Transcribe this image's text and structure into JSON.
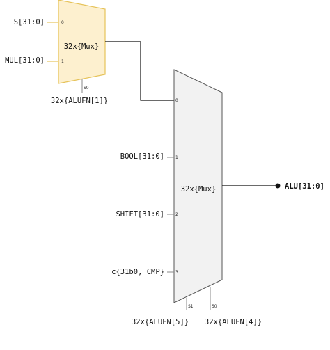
{
  "small_mux": {
    "label": "32x{Mux}",
    "inputs": [
      {
        "pin": "0",
        "signal": "S[31:0]"
      },
      {
        "pin": "1",
        "signal": "MUL[31:0]"
      }
    ],
    "select_pins": [
      "S0"
    ],
    "select_signal": "32x{ALUFN[1]}",
    "fill": "#fdf0cf",
    "stroke": "#e6c35a"
  },
  "big_mux": {
    "label": "32x{Mux}",
    "inputs": [
      {
        "pin": "0",
        "signal": ""
      },
      {
        "pin": "1",
        "signal": "BOOL[31:0]"
      },
      {
        "pin": "2",
        "signal": "SHIFT[31:0]"
      },
      {
        "pin": "3",
        "signal": "c{31b0, CMP}"
      }
    ],
    "select_pins": [
      "S1",
      "S0"
    ],
    "select_signals": [
      "32x{ALUFN[5]}",
      "32x{ALUFN[4]}"
    ],
    "fill": "#f2f2f2",
    "stroke": "#555555"
  },
  "output": {
    "signal": "ALU[31:0]"
  }
}
